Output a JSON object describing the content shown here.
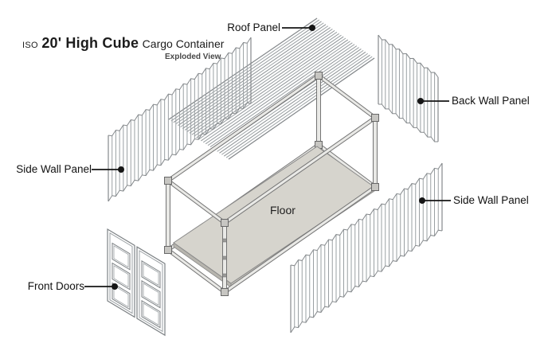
{
  "title": {
    "prefix": "ISO",
    "emphasis": "20' High Cube",
    "suffix": "Cargo Container",
    "subtitle": "Exploded View"
  },
  "labels": {
    "roof": "Roof Panel",
    "back_wall": "Back Wall Panel",
    "side_wall_left": "Side Wall Panel",
    "side_wall_right": "Side Wall Panel",
    "front_doors": "Front Doors",
    "floor": "Floor"
  },
  "colors": {
    "background": "#ffffff",
    "label_text": "#121212",
    "leader_line": "#151515",
    "corrugation_line": "#9aa0a3",
    "corrugation_line_dark": "#8e9396",
    "panel_outline": "#85898c",
    "frame_fill": "#e9e9e6",
    "frame_stroke": "#757575",
    "corner_block_fill": "#c7c6c2",
    "floor_fill": "#d6d4cd",
    "floor_side_fill": "#b7b5ae",
    "floor_side_fill_light": "#c6c4bd",
    "door_outline": "#7d8285",
    "door_inner_line": "#9ba1a4"
  }
}
